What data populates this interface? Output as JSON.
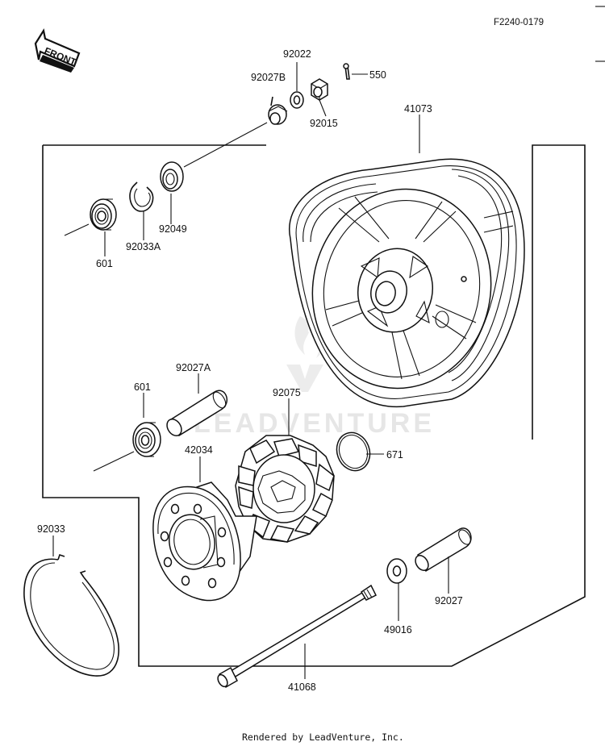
{
  "diagram_code": "F2240-0179",
  "front_label": "FRONT",
  "watermark": "LEADVENTURE",
  "footer": "Rendered by LeadVenture, Inc.",
  "parts": {
    "p550": "550",
    "p92022": "92022",
    "p92027B": "92027B",
    "p92015": "92015",
    "p41073": "41073",
    "p92049": "92049",
    "p92033A": "92033A",
    "p601_top": "601",
    "p92027A": "92027A",
    "p601_mid": "601",
    "p92075": "92075",
    "p42034": "42034",
    "p671": "671",
    "p92033": "92033",
    "p92027": "92027",
    "p49016": "49016",
    "p41068": "41068"
  }
}
